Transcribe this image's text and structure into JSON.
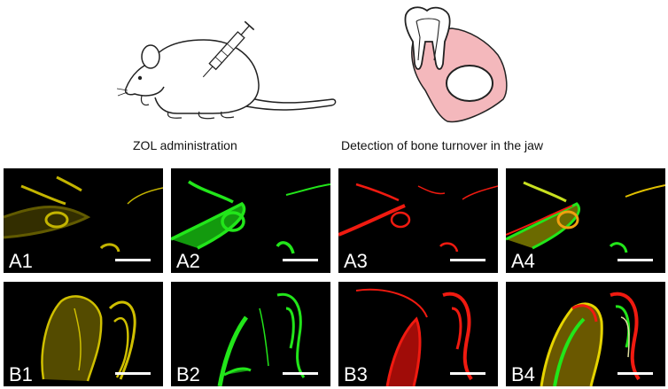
{
  "captions": {
    "left": "ZOL administration",
    "right": "Detection of bone turnover in the jaw"
  },
  "illustrations": {
    "left_icon": "mouse-with-syringe",
    "right_icon": "tooth-in-jaw-bone"
  },
  "colors": {
    "yellow": "#e6d400",
    "green": "#22e61a",
    "red": "#f01a10",
    "gum_pink": "#f4b8bc"
  },
  "panels": [
    {
      "label": "A1",
      "channel": "yellow"
    },
    {
      "label": "A2",
      "channel": "green"
    },
    {
      "label": "A3",
      "channel": "red"
    },
    {
      "label": "A4",
      "channel": "merge"
    },
    {
      "label": "B1",
      "channel": "yellow"
    },
    {
      "label": "B2",
      "channel": "green"
    },
    {
      "label": "B3",
      "channel": "red"
    },
    {
      "label": "B4",
      "channel": "merge"
    }
  ]
}
